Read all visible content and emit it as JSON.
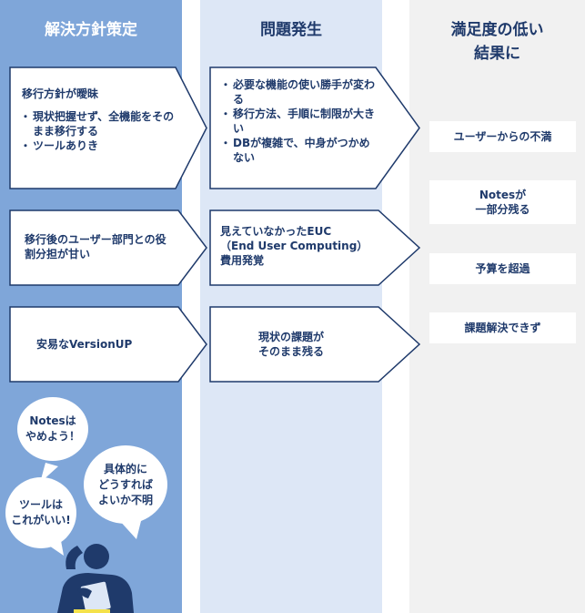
{
  "columns": {
    "policy": {
      "title": "解決方針策定"
    },
    "problem": {
      "title": "問題発生"
    },
    "result": {
      "title_line1": "満足度の低い",
      "title_line2": "結果に"
    }
  },
  "policy_boxes": [
    {
      "heading": "移行方針が曖昧",
      "bullets": [
        "現状把握せず、全機能をそのまま移行する",
        "ツールありき"
      ]
    },
    {
      "text": "移行後のユーザー部門との役割分担が甘い"
    },
    {
      "text": "安易なVersionUP"
    }
  ],
  "problem_boxes": [
    {
      "bullets": [
        "必要な機能の使い勝手が変わる",
        "移行方法、手順に制限が大きい",
        "DBが複雑で、中身がつかめない"
      ]
    },
    {
      "line1": "見えていなかったEUC",
      "line2": "（End User Computing）",
      "line3": "費用発覚"
    },
    {
      "line1": "現状の課題が",
      "line2": "そのまま残る"
    }
  ],
  "results": [
    {
      "line1": "ユーザーからの不満"
    },
    {
      "line1": "Notesが",
      "line2": "一部分残る"
    },
    {
      "line1": "予算を超過"
    },
    {
      "line1": "課題解決できず"
    }
  ],
  "bubbles": [
    {
      "line1": "Notesは",
      "line2": "やめよう！"
    },
    {
      "line1": "具体的に",
      "line2": "どうすれば",
      "line3": "よいか不明"
    },
    {
      "line1": "ツールは",
      "line2": "これがいい!"
    }
  ],
  "icons": [
    "worried-person-icon"
  ],
  "colors": {
    "navy": "#1f3a6b",
    "blue": "#7fa6d9",
    "light_blue": "#dde7f6",
    "gray": "#f1f1f1"
  }
}
